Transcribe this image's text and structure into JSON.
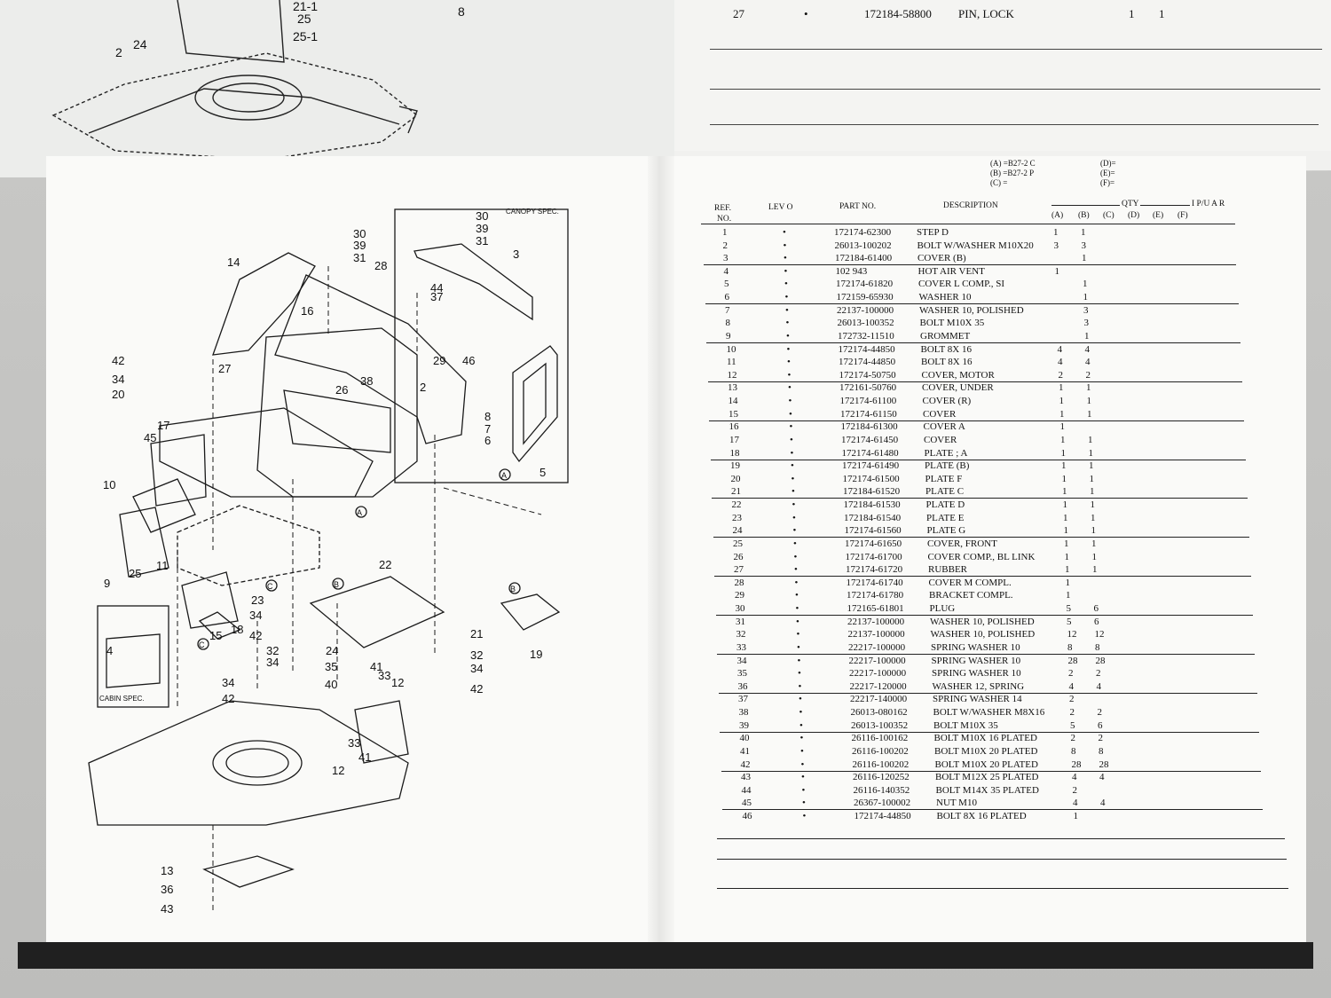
{
  "previous_page": {
    "top_row": {
      "ref": "27",
      "lev": "•",
      "part": "172184-58800",
      "desc": "PIN, LOCK",
      "qa": "1",
      "qb": "1"
    },
    "callouts": [
      "21-1",
      "25",
      "25-1",
      "24",
      "2",
      "8"
    ]
  },
  "legend": {
    "left": [
      "(A) =B27-2 C",
      "(B) =B27-2 P",
      "(C) ="
    ],
    "right": [
      "(D)=",
      "(E)=",
      "(F)="
    ]
  },
  "table": {
    "headers": {
      "ref": "REF.",
      "no": "NO.",
      "lev": "LEV O",
      "part": "PART NO.",
      "desc": "DESCRIPTION",
      "qty": "QTY",
      "ipuar": "I P/U A R",
      "a": "(A)",
      "b": "(B)",
      "c": "(C)",
      "d": "(D)",
      "e": "(E)",
      "f": "(F)"
    },
    "rows": [
      {
        "ref": "1",
        "lev": "•",
        "part": "172174-62300",
        "desc": "STEP D",
        "qa": "1",
        "qb": "1"
      },
      {
        "ref": "2",
        "lev": "•",
        "part": "26013-100202",
        "desc": "BOLT W/WASHER M10X20",
        "qa": "3",
        "qb": "3"
      },
      {
        "ref": "3",
        "lev": "•",
        "part": "172184-61400",
        "desc": "COVER (B)",
        "qa": "",
        "qb": "1"
      },
      {
        "ref": "4",
        "lev": "•",
        "part": "102 943",
        "desc": "HOT AIR VENT",
        "qa": "1",
        "qb": ""
      },
      {
        "ref": "5",
        "lev": "•",
        "part": "172174-61820",
        "desc": "COVER L COMP., SI",
        "qa": "",
        "qb": "1"
      },
      {
        "ref": "6",
        "lev": "•",
        "part": "172159-65930",
        "desc": "WASHER 10",
        "qa": "",
        "qb": "1"
      },
      {
        "ref": "7",
        "lev": "•",
        "part": "22137-100000",
        "desc": "WASHER 10, POLISHED",
        "qa": "",
        "qb": "3"
      },
      {
        "ref": "8",
        "lev": "•",
        "part": "26013-100352",
        "desc": "BOLT M10X 35",
        "qa": "",
        "qb": "3"
      },
      {
        "ref": "9",
        "lev": "•",
        "part": "172732-11510",
        "desc": "GROMMET",
        "qa": "",
        "qb": "1"
      },
      {
        "ref": "10",
        "lev": "•",
        "part": "172174-44850",
        "desc": "BOLT 8X 16",
        "qa": "4",
        "qb": "4"
      },
      {
        "ref": "11",
        "lev": "•",
        "part": "172174-44850",
        "desc": "BOLT 8X 16",
        "qa": "4",
        "qb": "4"
      },
      {
        "ref": "12",
        "lev": "•",
        "part": "172174-50750",
        "desc": "COVER, MOTOR",
        "qa": "2",
        "qb": "2"
      },
      {
        "ref": "13",
        "lev": "•",
        "part": "172161-50760",
        "desc": "COVER, UNDER",
        "qa": "1",
        "qb": "1"
      },
      {
        "ref": "14",
        "lev": "•",
        "part": "172174-61100",
        "desc": "COVER (R)",
        "qa": "1",
        "qb": "1"
      },
      {
        "ref": "15",
        "lev": "•",
        "part": "172174-61150",
        "desc": "COVER",
        "qa": "1",
        "qb": "1"
      },
      {
        "ref": "16",
        "lev": "•",
        "part": "172184-61300",
        "desc": "COVER A",
        "qa": "1",
        "qb": ""
      },
      {
        "ref": "17",
        "lev": "•",
        "part": "172174-61450",
        "desc": "COVER",
        "qa": "1",
        "qb": "1"
      },
      {
        "ref": "18",
        "lev": "•",
        "part": "172174-61480",
        "desc": "PLATE ; A",
        "qa": "1",
        "qb": "1"
      },
      {
        "ref": "19",
        "lev": "•",
        "part": "172174-61490",
        "desc": "PLATE (B)",
        "qa": "1",
        "qb": "1"
      },
      {
        "ref": "20",
        "lev": "•",
        "part": "172174-61500",
        "desc": "PLATE F",
        "qa": "1",
        "qb": "1"
      },
      {
        "ref": "21",
        "lev": "•",
        "part": "172184-61520",
        "desc": "PLATE C",
        "qa": "1",
        "qb": "1"
      },
      {
        "ref": "22",
        "lev": "•",
        "part": "172184-61530",
        "desc": "PLATE D",
        "qa": "1",
        "qb": "1"
      },
      {
        "ref": "23",
        "lev": "•",
        "part": "172184-61540",
        "desc": "PLATE E",
        "qa": "1",
        "qb": "1"
      },
      {
        "ref": "24",
        "lev": "•",
        "part": "172174-61560",
        "desc": "PLATE G",
        "qa": "1",
        "qb": "1"
      },
      {
        "ref": "25",
        "lev": "•",
        "part": "172174-61650",
        "desc": "COVER, FRONT",
        "qa": "1",
        "qb": "1"
      },
      {
        "ref": "26",
        "lev": "•",
        "part": "172174-61700",
        "desc": "COVER COMP., BL LINK",
        "qa": "1",
        "qb": "1"
      },
      {
        "ref": "27",
        "lev": "•",
        "part": "172174-61720",
        "desc": "RUBBER",
        "qa": "1",
        "qb": "1"
      },
      {
        "ref": "28",
        "lev": "•",
        "part": "172174-61740",
        "desc": "COVER M COMPL.",
        "qa": "1",
        "qb": ""
      },
      {
        "ref": "29",
        "lev": "•",
        "part": "172174-61780",
        "desc": "BRACKET COMPL.",
        "qa": "1",
        "qb": ""
      },
      {
        "ref": "30",
        "lev": "•",
        "part": "172165-61801",
        "desc": "PLUG",
        "qa": "5",
        "qb": "6"
      },
      {
        "ref": "31",
        "lev": "•",
        "part": "22137-100000",
        "desc": "WASHER 10, POLISHED",
        "qa": "5",
        "qb": "6"
      },
      {
        "ref": "32",
        "lev": "•",
        "part": "22137-100000",
        "desc": "WASHER 10, POLISHED",
        "qa": "12",
        "qb": "12"
      },
      {
        "ref": "33",
        "lev": "•",
        "part": "22217-100000",
        "desc": "SPRING WASHER 10",
        "qa": "8",
        "qb": "8"
      },
      {
        "ref": "34",
        "lev": "•",
        "part": "22217-100000",
        "desc": "SPRING WASHER 10",
        "qa": "28",
        "qb": "28"
      },
      {
        "ref": "35",
        "lev": "•",
        "part": "22217-100000",
        "desc": "SPRING WASHER 10",
        "qa": "2",
        "qb": "2"
      },
      {
        "ref": "36",
        "lev": "•",
        "part": "22217-120000",
        "desc": "WASHER 12, SPRING",
        "qa": "4",
        "qb": "4"
      },
      {
        "ref": "37",
        "lev": "•",
        "part": "22217-140000",
        "desc": "SPRING WASHER 14",
        "qa": "2",
        "qb": ""
      },
      {
        "ref": "38",
        "lev": "•",
        "part": "26013-080162",
        "desc": "BOLT W/WASHER M8X16",
        "qa": "2",
        "qb": "2"
      },
      {
        "ref": "39",
        "lev": "•",
        "part": "26013-100352",
        "desc": "BOLT M10X 35",
        "qa": "5",
        "qb": "6"
      },
      {
        "ref": "40",
        "lev": "•",
        "part": "26116-100162",
        "desc": "BOLT M10X 16 PLATED",
        "qa": "2",
        "qb": "2"
      },
      {
        "ref": "41",
        "lev": "•",
        "part": "26116-100202",
        "desc": "BOLT M10X 20 PLATED",
        "qa": "8",
        "qb": "8"
      },
      {
        "ref": "42",
        "lev": "•",
        "part": "26116-100202",
        "desc": "BOLT M10X 20 PLATED",
        "qa": "28",
        "qb": "28"
      },
      {
        "ref": "43",
        "lev": "•",
        "part": "26116-120252",
        "desc": "BOLT M12X 25 PLATED",
        "qa": "4",
        "qb": "4"
      },
      {
        "ref": "44",
        "lev": "•",
        "part": "26116-140352",
        "desc": "BOLT M14X 35 PLATED",
        "qa": "2",
        "qb": ""
      },
      {
        "ref": "45",
        "lev": "•",
        "part": "26367-100002",
        "desc": "NUT M10",
        "qa": "4",
        "qb": "4"
      },
      {
        "ref": "46",
        "lev": "•",
        "part": "172174-44850",
        "desc": "BOLT 8X 16 PLATED",
        "qa": "1",
        "qb": ""
      }
    ]
  },
  "diagram": {
    "canopy_label": "CANOPY SPEC.",
    "cabin_label": "CABIN SPEC.",
    "callouts": [
      "30",
      "39",
      "31",
      "3",
      "14",
      "28",
      "44",
      "37",
      "29",
      "46",
      "16",
      "30",
      "39",
      "31",
      "42",
      "34",
      "20",
      "27",
      "26",
      "38",
      "2",
      "17",
      "45",
      "8",
      "7",
      "6",
      "5",
      "A",
      "10",
      "9",
      "25",
      "11",
      "23",
      "34",
      "42",
      "32",
      "34",
      "35",
      "24",
      "41",
      "40",
      "33",
      "12",
      "22",
      "21",
      "32",
      "34",
      "42",
      "19",
      "B",
      "C",
      "15",
      "18",
      "34",
      "42",
      "33",
      "41",
      "12",
      "13",
      "36",
      "43",
      "4",
      "B",
      "C",
      "A"
    ]
  }
}
